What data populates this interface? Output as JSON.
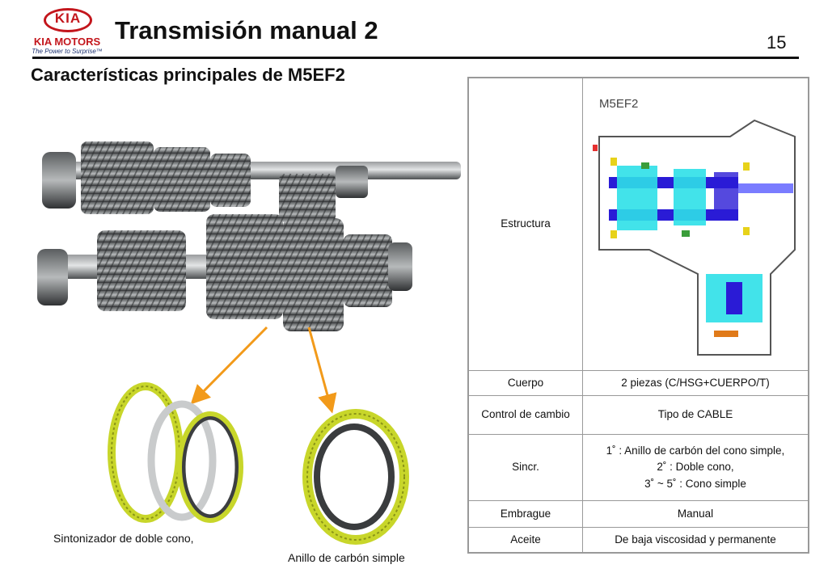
{
  "header": {
    "brand": "KIA",
    "brand_line2": "KIA MOTORS",
    "tagline": "The Power to Surprise™",
    "title": "Transmisión manual 2",
    "page_number": "15"
  },
  "subtitle": "Características principales de M5EF2",
  "captions": {
    "double_cone": "Sintonizador de doble cono,",
    "carbon_ring": "Anillo de carbón simple"
  },
  "spec_table": {
    "diagram_label": "M5EF2",
    "rows": [
      {
        "label": "Estructura",
        "value": ""
      },
      {
        "label": "Cuerpo",
        "value": "2 piezas (C/HSG+CUERPO/T)"
      },
      {
        "label": "Control de cambio",
        "value": "Tipo de CABLE"
      },
      {
        "label": "Sincr.",
        "value_lines": [
          "1˚ : Anillo de carbón del cono simple,",
          "2˚ : Doble cono,",
          "3˚ ~ 5˚ : Cono simple"
        ]
      },
      {
        "label": "Embrague",
        "value": "Manual"
      },
      {
        "label": "Aceite",
        "value": "De baja viscosidad y permanente"
      }
    ]
  },
  "colors": {
    "brand_red": "#c3161c",
    "arrow": "#f29a1a",
    "ring_yellow": "#c8d62a",
    "diagram_blue": "#2a1bd6",
    "diagram_cyan": "#2ee0e8"
  }
}
